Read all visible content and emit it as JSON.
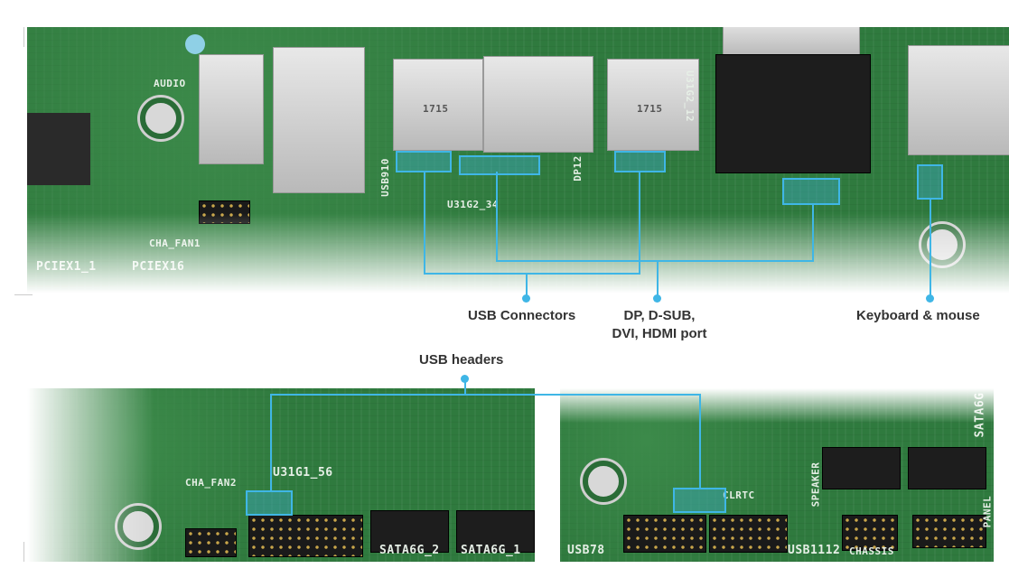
{
  "callouts": {
    "usb_connectors": "USB Connectors",
    "video_ports_line1": "DP, D-SUB,",
    "video_ports_line2": "DVI, HDMI port",
    "keyboard_mouse": "Keyboard & mouse",
    "usb_headers": "USB headers"
  },
  "board_labels": {
    "audio": "AUDIO",
    "cha_fan1": "CHA_FAN1",
    "pciex16": "PCIEX16",
    "pciex1": "PCIEX1_1",
    "usb910": "USB910",
    "u31g2_34": "U31G2_34",
    "dp12": "DP12",
    "u31g2_12": "U31G2_12",
    "usb_port_mark": "1715",
    "cha_fan2": "CHA_FAN2",
    "u31g1_56": "U31G1_56",
    "sata6g_2": "SATA6G_2",
    "sata6g_1": "SATA6G_1",
    "usb78": "USB78",
    "usb1112": "USB1112",
    "chassis": "CHASSIS",
    "clrtc": "CLRTC",
    "speaker": "SPEAKER",
    "sata6g": "SATA6G",
    "panel": "PANEL"
  },
  "colors": {
    "accent": "#3fb6e6",
    "pcb": "#2f7a3e"
  }
}
